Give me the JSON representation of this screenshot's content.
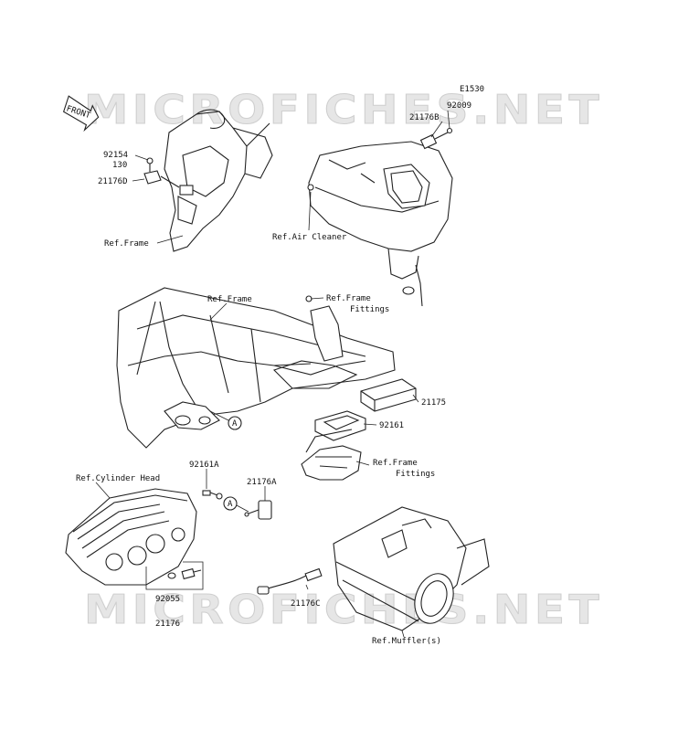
{
  "watermark": "MICROFICHES.NET",
  "diagram_code": "E1530",
  "front_label": "FRONT",
  "labels": {
    "p92154": "92154",
    "p130": "130",
    "p21176D": "21176D",
    "ref_frame_top": "Ref.Frame",
    "p21176B": "21176B",
    "p92009": "92009",
    "ref_air_cleaner": "Ref.Air Cleaner",
    "ref_frame_mid": "Ref.Frame",
    "ref_frame_fittings_1a": "Ref.Frame",
    "ref_frame_fittings_1b": "Fittings",
    "p21175": "21175",
    "p92161": "92161",
    "ref_frame_fittings_2a": "Ref.Frame",
    "ref_frame_fittings_2b": "Fittings",
    "p92161A": "92161A",
    "ref_cylinder_head": "Ref.Cylinder Head",
    "p21176A": "21176A",
    "callout_a": "A",
    "p92055": "92055",
    "p21176": "21176",
    "p21176C": "21176C",
    "ref_muffler": "Ref.Muffler(s)"
  }
}
